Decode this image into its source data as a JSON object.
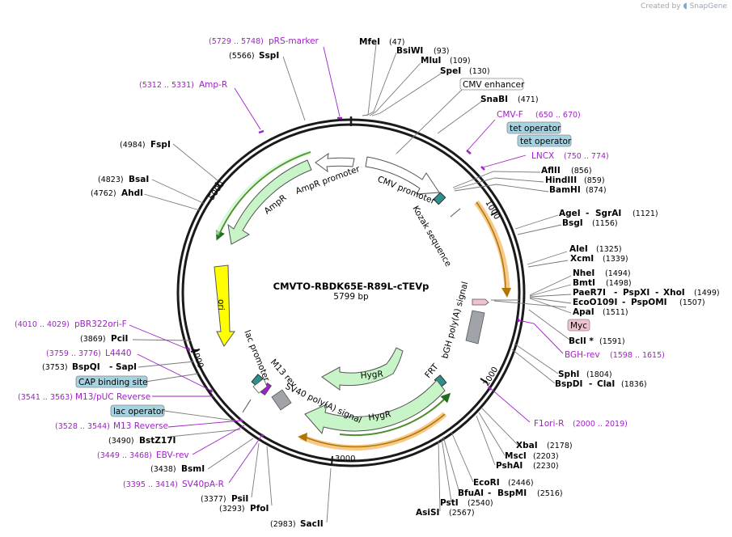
{
  "brand": {
    "prefix": "Created by",
    "name": "SnapGene"
  },
  "plasmid": {
    "name": "CMVTO-RBDK65E-R89L-cTEVp",
    "length_label": "5799 bp",
    "length": 5799
  },
  "ticks": [
    "1000",
    "2000",
    "3000",
    "4000",
    "5000"
  ],
  "enzymes_left": [
    {
      "pos": "(5566)",
      "name": "SspI"
    },
    {
      "pos": "(4984)",
      "name": "FspI"
    },
    {
      "pos": "(4823)",
      "name": "BsaI"
    },
    {
      "pos": "(4762)",
      "name": "AhdI"
    },
    {
      "pos": "(3869)",
      "name": "PciI"
    },
    {
      "pos": "(3753)",
      "name": "BspQI",
      "extra": "SapI"
    },
    {
      "pos": "(3490)",
      "name": "BstZ17I"
    },
    {
      "pos": "(3438)",
      "name": "BsmI"
    },
    {
      "pos": "(3377)",
      "name": "PsiI"
    },
    {
      "pos": "(3293)",
      "name": "PfoI"
    },
    {
      "pos": "(2983)",
      "name": "SacII"
    }
  ],
  "enzymes_right": [
    {
      "name": "MfeI",
      "pos": "(47)"
    },
    {
      "name": "BsiWI",
      "pos": "(93)"
    },
    {
      "name": "MluI",
      "pos": "(109)"
    },
    {
      "name": "SpeI",
      "pos": "(130)"
    },
    {
      "name": "SnaBI",
      "pos": "(471)"
    },
    {
      "name": "AflII",
      "pos": "(856)"
    },
    {
      "name": "HindIII",
      "pos": "(859)"
    },
    {
      "name": "BamHI",
      "pos": "(874)"
    },
    {
      "name": "AgeI",
      "extra": "SgrAI",
      "pos": "(1121)"
    },
    {
      "name": "BsgI",
      "pos": "(1156)"
    },
    {
      "name": "AleI",
      "pos": "(1325)"
    },
    {
      "name": "XcmI",
      "pos": "(1339)"
    },
    {
      "name": "NheI",
      "pos": "(1494)"
    },
    {
      "name": "BmtI",
      "pos": "(1498)"
    },
    {
      "name": "PaeR7I",
      "extra": "PspXI",
      "extra2": "XhoI",
      "pos": "(1499)"
    },
    {
      "name": "EcoO109I",
      "extra": "PspOMI",
      "pos": "(1507)"
    },
    {
      "name": "ApaI",
      "pos": "(1511)"
    },
    {
      "name": "BclI *",
      "pos": "(1591)"
    },
    {
      "name": "SphI",
      "pos": "(1804)"
    },
    {
      "name": "BspDI",
      "extra": "ClaI",
      "pos": "(1836)"
    },
    {
      "name": "XbaI",
      "pos": "(2178)"
    },
    {
      "name": "MscI",
      "pos": "(2203)"
    },
    {
      "name": "PshAI",
      "pos": "(2230)"
    },
    {
      "name": "EcoRI",
      "pos": "(2446)"
    },
    {
      "name": "BfuAI",
      "extra": "BspMI",
      "pos": "(2516)"
    },
    {
      "name": "PstI",
      "pos": "(2540)"
    },
    {
      "name": "AsiSI",
      "pos": "(2567)"
    }
  ],
  "primers": [
    {
      "range": "(5729 .. 5748)",
      "name": "pRS-marker"
    },
    {
      "range": "(5312 .. 5331)",
      "name": "Amp-R"
    },
    {
      "name": "CMV-F",
      "range": "(650 .. 670)"
    },
    {
      "name": "LNCX",
      "range": "(750 .. 774)"
    },
    {
      "name": "BGH-rev",
      "range": "(1598 .. 1615)"
    },
    {
      "name": "F1ori-R",
      "range": "(2000 .. 2019)"
    },
    {
      "range": "(4010 .. 4029)",
      "name": "pBR322ori-F"
    },
    {
      "range": "(3759 .. 3776)",
      "name": "L4440"
    },
    {
      "range": "(3541 .. 3563)",
      "name": "M13/pUC Reverse"
    },
    {
      "range": "(3528 .. 3544)",
      "name": "M13 Reverse"
    },
    {
      "range": "(3449 .. 3468)",
      "name": "EBV-rev"
    },
    {
      "range": "(3395 .. 3414)",
      "name": "SV40pA-R"
    }
  ],
  "boxed_labels": [
    {
      "text": "CMV enhancer",
      "fill": "#ffffff"
    },
    {
      "text": "tet operator",
      "fill": "#a6d3e1"
    },
    {
      "text": "tet operator",
      "fill": "#a6d3e1"
    },
    {
      "text": "Myc",
      "fill": "#f1c1cd"
    },
    {
      "text": "CAP binding site",
      "fill": "#a6d3e1"
    },
    {
      "text": "lac operator",
      "fill": "#a6d3e1"
    }
  ],
  "features": {
    "cmv_promoter": "CMV promoter",
    "kozak": "Kozak sequence",
    "bgh": "bGH poly(A) signal",
    "frt": "FRT",
    "hygr1": "HygR",
    "hygr2": "HygR",
    "sv40": "SV40 poly(A) signal",
    "m13rev": "M13 rev",
    "lac_promoter": "lac promoter",
    "ori": "ori",
    "ampr": "AmpR",
    "ampr_promoter": "AmpR promoter"
  },
  "colors": {
    "backbone": "#1a1a1a",
    "enzyme_line": "#7a7a7a",
    "primer": "#a020c8",
    "arrow_green": "#c8f5c8",
    "orf_green": "#4d8f2a",
    "orange": "#e6a12a",
    "ori_yellow": "#ffff00",
    "gray_feature": "#a0a4a8",
    "teal": "#2f8f8f"
  }
}
